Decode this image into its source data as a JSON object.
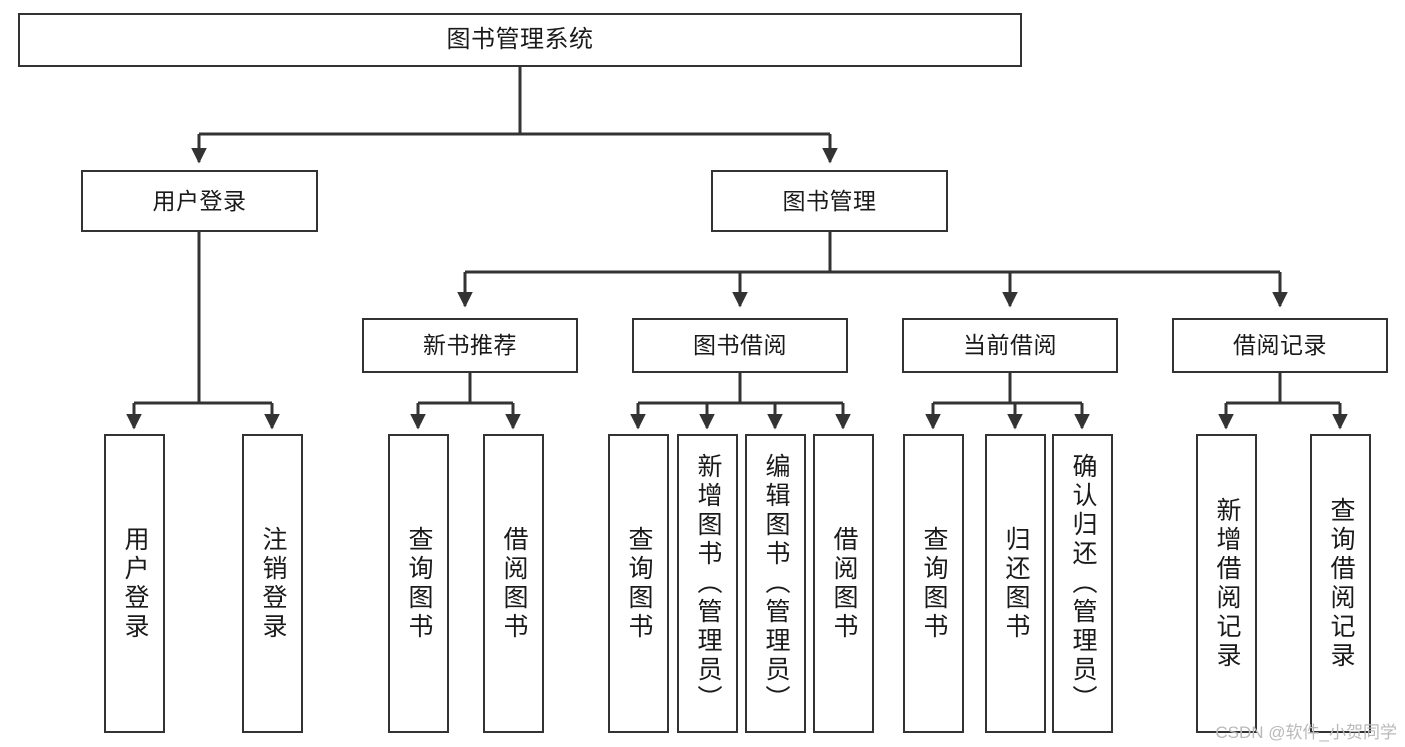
{
  "diagram": {
    "title": "图书管理系统",
    "watermark": "CSDN @软件_小贺同学",
    "line_color": "#333333",
    "box_fill": "#ffffff",
    "text_color": "#1a1a1a",
    "watermark_color": "#b9b9b9",
    "root": {
      "label": "图书管理系统"
    },
    "level2": [
      {
        "label": "用户登录"
      },
      {
        "label": "图书管理"
      }
    ],
    "level3": [
      {
        "label": "新书推荐"
      },
      {
        "label": "图书借阅"
      },
      {
        "label": "当前借阅"
      },
      {
        "label": "借阅记录"
      }
    ],
    "leaves": {
      "user_login": [
        {
          "label": "用户登录"
        },
        {
          "label": "注销登录"
        }
      ],
      "new_book": [
        {
          "label": "查询图书"
        },
        {
          "label": "借阅图书"
        }
      ],
      "book_borrow": [
        {
          "label": "查询图书"
        },
        {
          "label": "新增图书（管理员）"
        },
        {
          "label": "编辑图书（管理员）"
        },
        {
          "label": "借阅图书"
        }
      ],
      "current_borrow": [
        {
          "label": "查询图书"
        },
        {
          "label": "归还图书"
        },
        {
          "label": "确认归还（管理员）"
        }
      ],
      "borrow_record": [
        {
          "label": "新增借阅记录"
        },
        {
          "label": "查询借阅记录"
        }
      ]
    }
  }
}
